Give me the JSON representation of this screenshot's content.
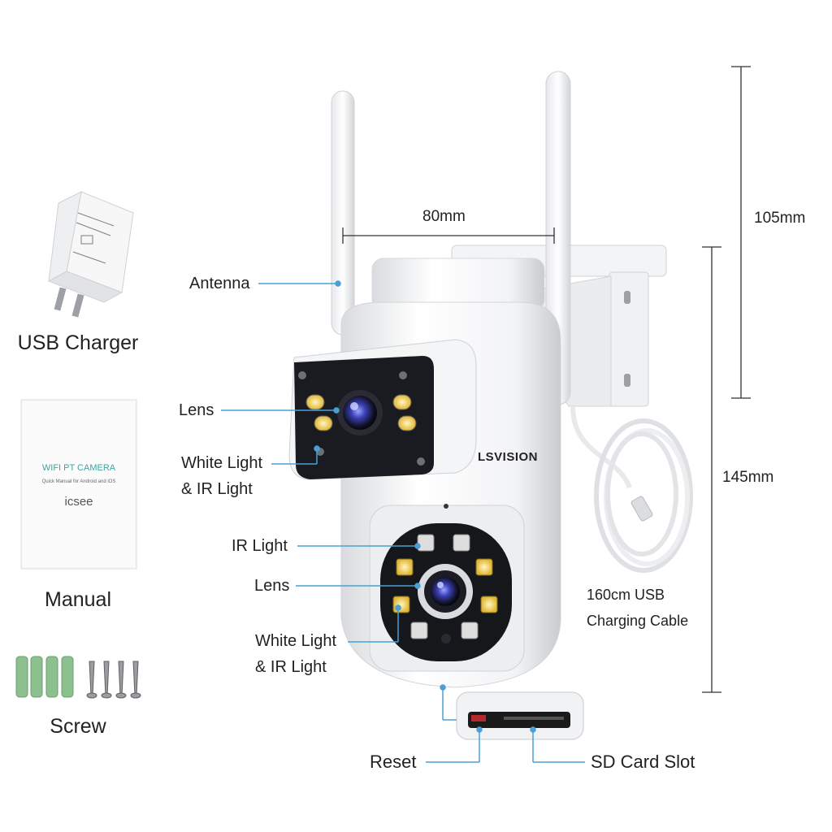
{
  "accessories": {
    "charger_label": "USB Charger",
    "manual_label": "Manual",
    "screw_label": "Screw",
    "manual_cover": {
      "title": "WIFI PT CAMERA",
      "subtitle": "Quick Manual for Android and iOS",
      "app": "icsee"
    }
  },
  "brand": "LSVISION",
  "callouts": {
    "antenna": "Antenna",
    "lens_top": "Lens",
    "white_light_top_1": "White Light",
    "white_light_top_2": "& IR Light",
    "ir_light": "IR Light",
    "lens_bottom": "Lens",
    "white_light_bottom_1": "White Light",
    "white_light_bottom_2": "& IR Light",
    "cable_1": "160cm USB",
    "cable_2": "Charging Cable",
    "reset": "Reset",
    "sd_slot": "SD Card Slot"
  },
  "dimensions": {
    "width": "80mm",
    "upper_height": "105mm",
    "total_height": "145mm"
  },
  "colors": {
    "callout_line": "#4a9fd8",
    "dimension_line": "#333333",
    "anchor_green": "#8cc08e",
    "manual_title": "#3aa6a0"
  }
}
